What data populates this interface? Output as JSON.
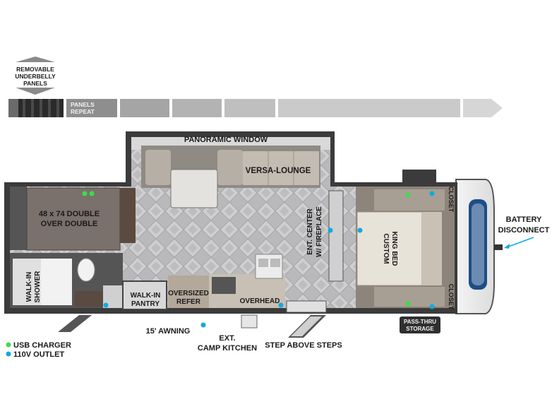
{
  "header": {
    "underbelly_label_1": "REMOVABLE",
    "underbelly_label_2": "UNDERBELLY",
    "underbelly_label_3": "PANELS",
    "panels_repeat_1": "PANELS",
    "panels_repeat_2": "REPEAT"
  },
  "rooms": {
    "panoramic_window": "PANORAMIC WINDOW",
    "versa_lounge": "VERSA-LOUNGE",
    "front_bed_1": "48 x 74 DOUBLE",
    "front_bed_2": "OVER DOUBLE",
    "shower_1": "WALK-IN",
    "shower_2": "SHOWER",
    "pantry_1": "WALK-IN",
    "pantry_2": "PANTRY",
    "refer_1": "OVERSIZED",
    "refer_2": "REFER",
    "overhead": "OVERHEAD",
    "ent_center_1": "ENT. CENTER",
    "ent_center_2": "W/ FIREPLACE",
    "king_bed_1": "CUSTOM",
    "king_bed_2": "KING BED",
    "closet_top": "CLOSET",
    "closet_bottom": "CLOSET",
    "pass_thru_1": "PASS-THRU",
    "pass_thru_2": "STORAGE"
  },
  "exterior": {
    "awning": "15' AWNING",
    "camp_kitchen_1": "EXT.",
    "camp_kitchen_2": "CAMP KITCHEN",
    "step": "STEP ABOVE STEPS",
    "battery_1": "BATTERY",
    "battery_2": "DISCONNECT"
  },
  "legend": {
    "usb": "USB CHARGER",
    "outlet": "110V OUTLET",
    "usb_color": "#3ddc4a",
    "outlet_color": "#12a9e0"
  }
}
